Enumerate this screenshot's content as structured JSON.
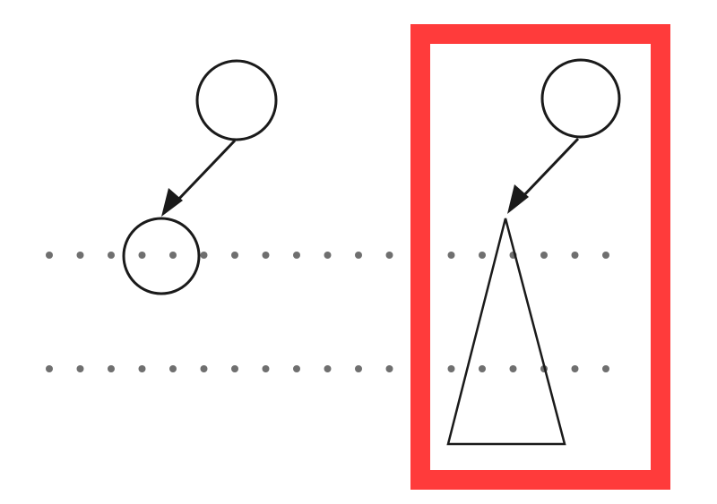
{
  "diagram": {
    "highlight_color": "#ff3b3b",
    "line_color": "#1a1a1a",
    "dot_color": "#6f6f6f",
    "left_tree": {
      "parent": "circle-node",
      "child": "circle-node",
      "edge": "arrow"
    },
    "right_tree": {
      "parent": "circle-node",
      "child": "triangle-subtree",
      "edge": "arrow",
      "highlighted": true
    },
    "level_lines": 2
  }
}
